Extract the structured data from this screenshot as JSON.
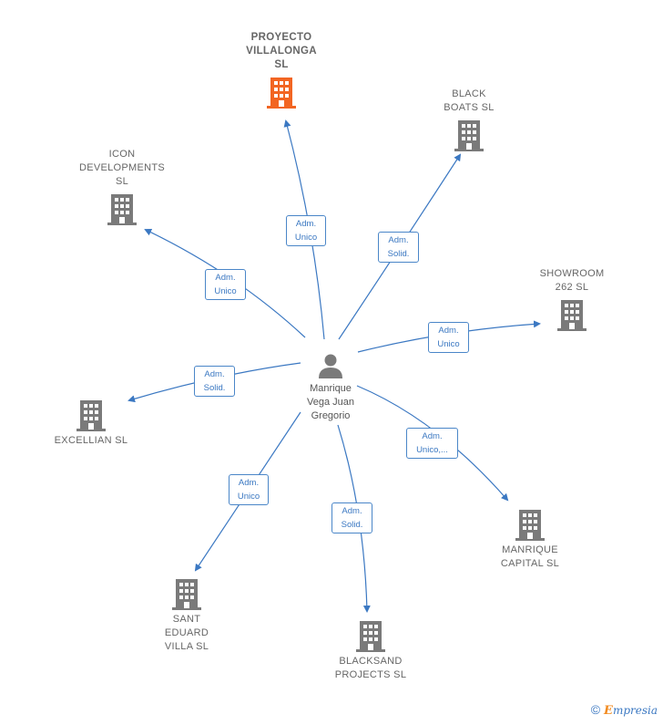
{
  "center": {
    "name": "Manrique\nVega Juan\nGregorio"
  },
  "companies": [
    {
      "id": "proyecto",
      "name": "PROYECTO\nVILLALONGA\nSL",
      "highlight": true,
      "color": "#f26522"
    },
    {
      "id": "black",
      "name": "BLACK\nBOATS SL",
      "color": "#7a7a7a"
    },
    {
      "id": "icon",
      "name": "ICON\nDEVELOPMENTS\nSL",
      "color": "#7a7a7a"
    },
    {
      "id": "showroom",
      "name": "SHOWROOM\n262 SL",
      "color": "#7a7a7a"
    },
    {
      "id": "excellian",
      "name": "EXCELLIAN SL",
      "color": "#7a7a7a"
    },
    {
      "id": "manrique",
      "name": "MANRIQUE\nCAPITAL SL",
      "color": "#7a7a7a"
    },
    {
      "id": "sant",
      "name": "SANT\nEDUARD\nVILLA SL",
      "color": "#7a7a7a"
    },
    {
      "id": "blacksand",
      "name": "BLACKSAND\nPROJECTS SL",
      "color": "#7a7a7a"
    }
  ],
  "roles": [
    {
      "id": "r-proyecto",
      "text": "Adm.\nUnico"
    },
    {
      "id": "r-black",
      "text": "Adm.\nSolid."
    },
    {
      "id": "r-icon",
      "text": "Adm.\nUnico"
    },
    {
      "id": "r-showroom",
      "text": "Adm.\nUnico"
    },
    {
      "id": "r-excellian",
      "text": "Adm.\nSolid."
    },
    {
      "id": "r-manrique",
      "text": "Adm.\nUnico,..."
    },
    {
      "id": "r-sant",
      "text": "Adm.\nUnico"
    },
    {
      "id": "r-blacksand",
      "text": "Adm.\nSolid."
    }
  ],
  "brand": {
    "copyright": "©",
    "e": "E",
    "rest": "mpresia"
  },
  "colors": {
    "edge": "#3b78c2",
    "building": "#7a7a7a",
    "highlight": "#f26522"
  }
}
